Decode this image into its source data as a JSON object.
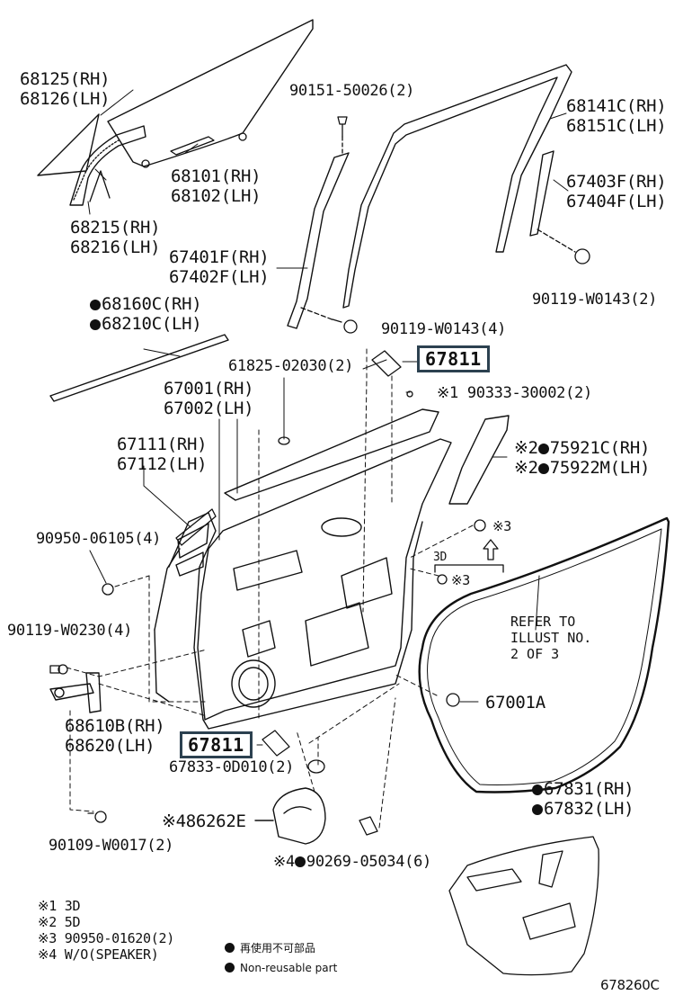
{
  "parts": {
    "quarter_glass": {
      "rh": "68125(RH)",
      "lh": "68126(LH)"
    },
    "door_glass": {
      "rh": "68101(RH)",
      "lh": "68102(LH)"
    },
    "glass_weatherstrip": {
      "rh": "68215(RH)",
      "lh": "68216(LH)"
    },
    "screw_top": "90151-50026(2)",
    "run_channel": {
      "rh": "68141C(RH)",
      "lh": "68151C(LH)"
    },
    "rear_sash": {
      "rh": "67403F(RH)",
      "lh": "67404F(LH)"
    },
    "bolt_rear": "90119-W0143(2)",
    "front_sash": {
      "rh": "67401F(RH)",
      "lh": "67402F(LH)"
    },
    "belt_moulding": {
      "rh": "68160C(RH)",
      "lh": "68210C(LH)"
    },
    "bolt_mid": "90119-W0143(4)",
    "hole_cover_top": "67811",
    "clip": "61825-02030(2)",
    "note1_part": "90333-30002(2)",
    "door_panel": {
      "rh": "67001(RH)",
      "lh": "67002(LH)"
    },
    "inner_weatherstrip": {
      "rh": "67111(RH)",
      "lh": "67112(LH)"
    },
    "pillar_garnish": {
      "rh": "75921C(RH)",
      "lh": "75922M(LH)"
    },
    "plug": "90950-06105(4)",
    "bolt_hinge": "90119-W0230(4)",
    "check": {
      "rh": "68610B(RH)",
      "lh": "68620(LH)"
    },
    "hole_cover_bottom": "67811",
    "plug_bottom": "67833-0D010(2)",
    "door_assy": "67001A",
    "weatherstrip": {
      "rh": "67831(RH)",
      "lh": "67832(LH)"
    },
    "speaker_cover": "86262E",
    "screw_speaker": "90269-05034(6)",
    "bolt_check": "90109-W0017(2)"
  },
  "markers": {
    "m1": "※1",
    "m2": "※2",
    "m3": "※3",
    "m4": "※4",
    "three_d": "3D"
  },
  "refer_note": "REFER TO\nILLUST NO.\n2 OF 3",
  "footnotes": [
    {
      "mark": "※1",
      "text": "3D"
    },
    {
      "mark": "※2",
      "text": "5D"
    },
    {
      "mark": "※3",
      "text": "90950-01620(2)"
    },
    {
      "mark": "※4",
      "text": "W/O(SPEAKER)"
    }
  ],
  "legend": {
    "jp": "再使用不可部品",
    "en": "Non-reusable part"
  },
  "figure_id": "678260C"
}
